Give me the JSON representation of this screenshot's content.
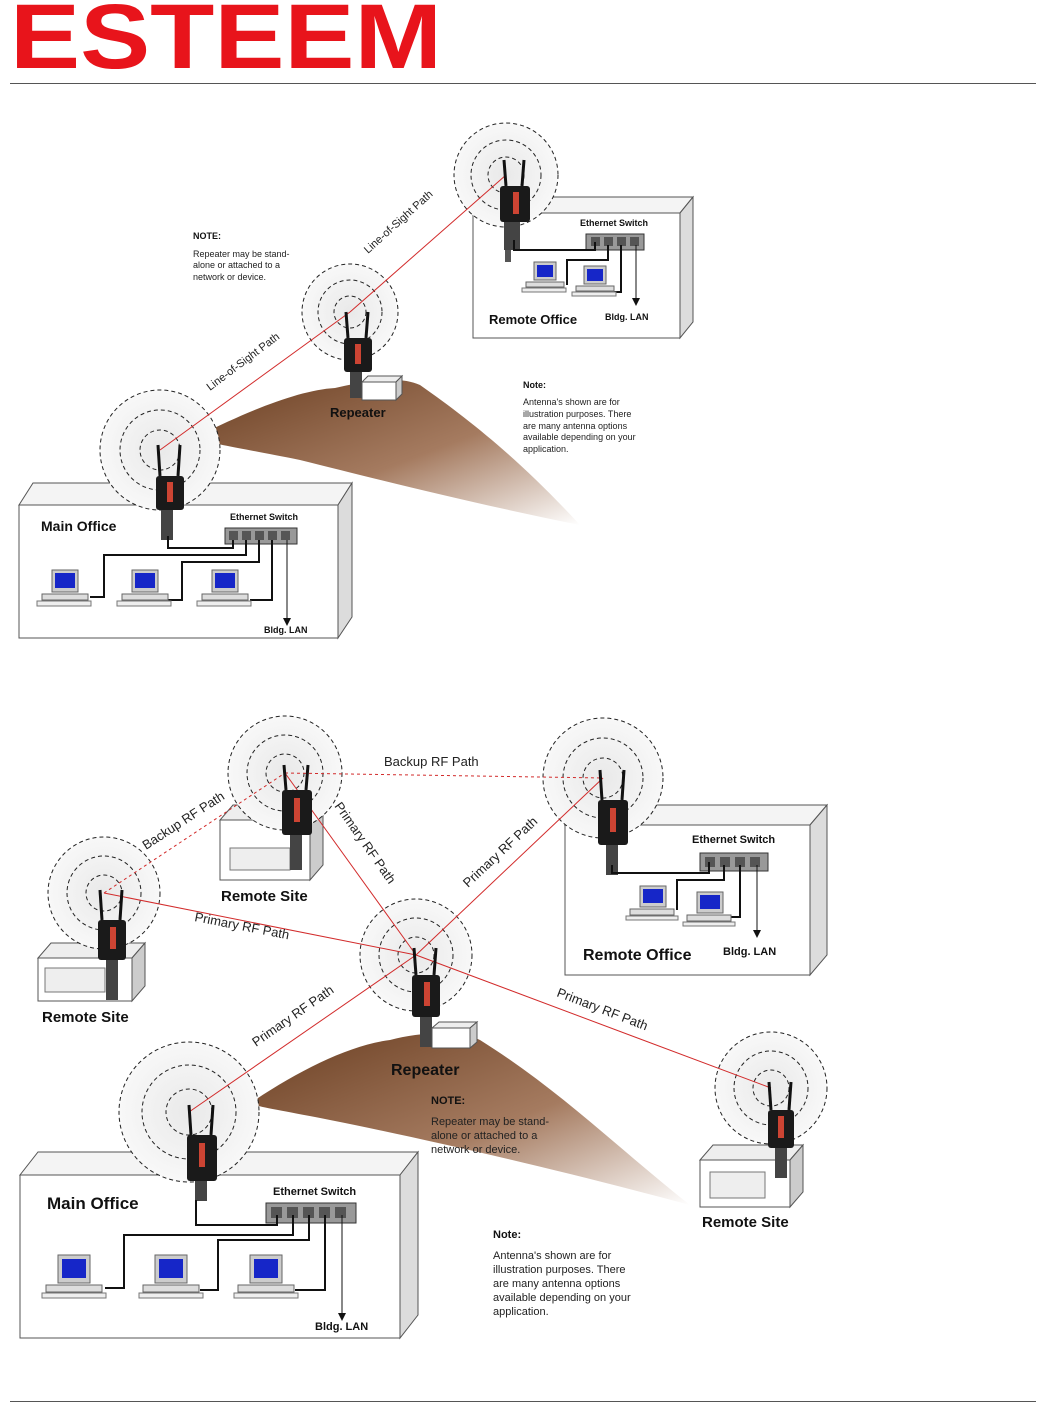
{
  "logo": {
    "text": "ESTEEM",
    "color": "#e8141b"
  },
  "colors": {
    "rf_path": "#d22b2b",
    "hill": "#7a4a2a",
    "screen": "#1626c8"
  },
  "diagram1": {
    "path_a": "Line-of-Sight Path",
    "path_b": "Line-of-Sight Path",
    "note_title": "NOTE:",
    "note_lines": [
      "Repeater may be stand-",
      "alone or attached to a",
      "network or device."
    ],
    "remote_office": "Remote Office",
    "ethernet_switch_remote": "Ethernet Switch",
    "bldg_lan_remote": "Bldg. LAN",
    "repeater": "Repeater",
    "note2_title": "Note:",
    "note2_lines": [
      "Antenna's shown are for",
      "illustration purposes.  There",
      "are many antenna options",
      "available depending on your",
      "application."
    ],
    "main_office": "Main Office",
    "ethernet_switch_main": "Ethernet Switch",
    "bldg_lan_main": "Bldg. LAN"
  },
  "diagram2": {
    "backup_top": "Backup RF Path",
    "backup_left": "Backup RF Path",
    "primary_a": "Primary RF Path",
    "primary_b": "Primary RF Path",
    "primary_c": "Primary RF Path",
    "primary_d": "Primary RF Path",
    "primary_e": "Primary RF Path",
    "remote_site_top": "Remote Site",
    "remote_site_left": "Remote Site",
    "remote_site_right": "Remote Site",
    "remote_office": "Remote Office",
    "ethernet_switch_remote": "Ethernet Switch",
    "bldg_lan_remote": "Bldg. LAN",
    "repeater": "Repeater",
    "note_title": "NOTE:",
    "note_lines": [
      "Repeater may be stand-",
      "alone or attached to a",
      "network or device."
    ],
    "main_office": "Main Office",
    "ethernet_switch_main": "Ethernet Switch",
    "bldg_lan_main": "Bldg. LAN",
    "note2_title": "Note:",
    "note2_lines": [
      "Antenna's shown are for",
      "illustration purposes.  There",
      "are many antenna options",
      "available depending on your",
      "application."
    ]
  }
}
